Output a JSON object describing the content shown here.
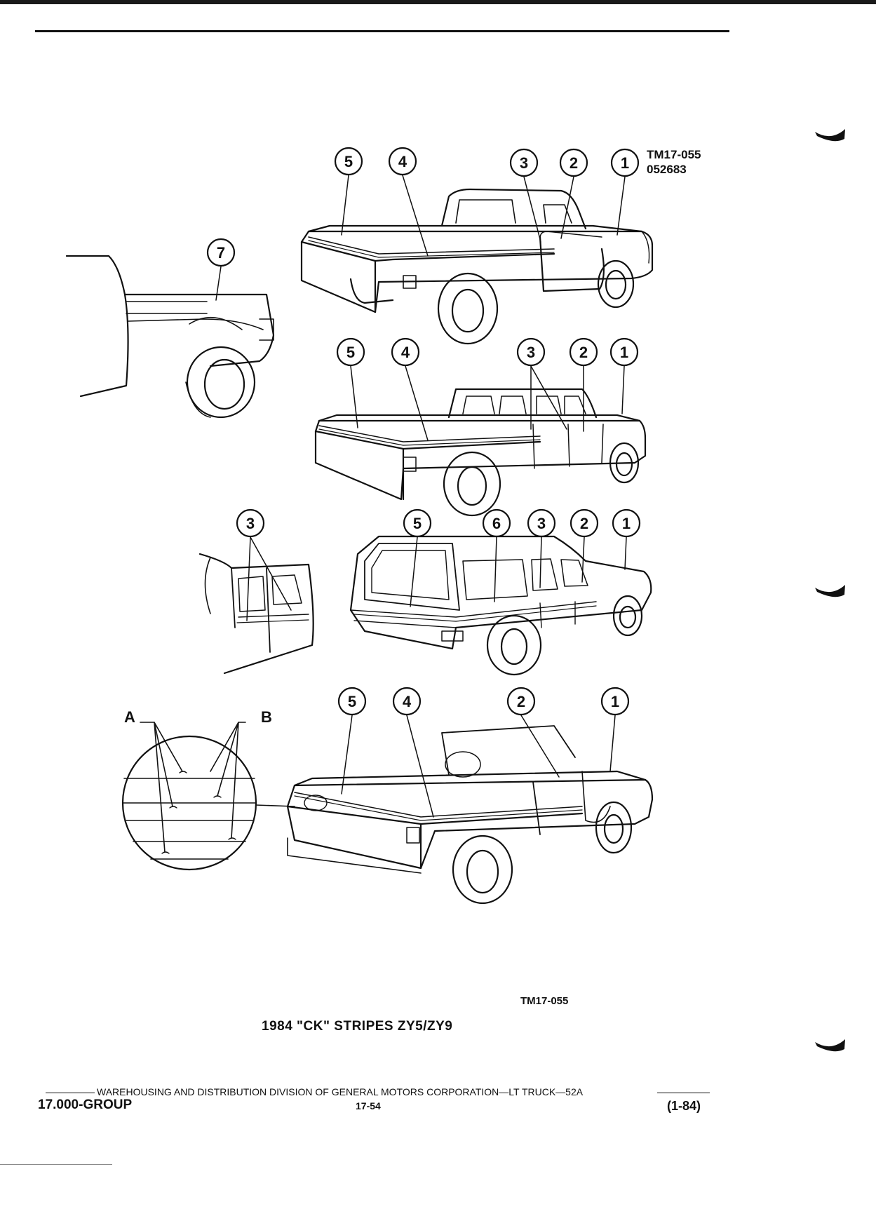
{
  "header": {
    "ref_top": "TM17-055",
    "ref_sub": "052683"
  },
  "callouts": {
    "n1": "1",
    "n2": "2",
    "n3": "3",
    "n4": "4",
    "n5": "5",
    "n6": "6",
    "n7": "7"
  },
  "detail": {
    "label_a": "A",
    "label_b": "B"
  },
  "figure": {
    "ref_bottom": "TM17-055",
    "caption": "1984 \"CK\" STRIPES ZY5/ZY9"
  },
  "footer": {
    "line": "WAREHOUSING AND DISTRIBUTION  DIVISION OF GENERAL MOTORS CORPORATION—LT TRUCK—52A",
    "group": "17.000-GROUP",
    "page": "17-54",
    "date": "(1-84)"
  }
}
